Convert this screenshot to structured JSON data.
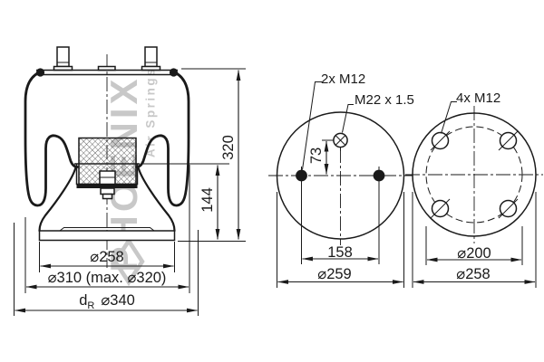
{
  "document": {
    "type": "technical-drawing",
    "subject": "air spring bellows with piston"
  },
  "watermark": {
    "brand": "PHOENIX",
    "tagline": "Air Springs"
  },
  "side_view": {
    "height_total": "320",
    "height_piston": "144",
    "dia_piston_base": "⌀258",
    "dia_rolling_lobe": "⌀310 (max. ⌀320)",
    "dia_rim": {
      "prefix": "d",
      "subscript": "R",
      "value": "⌀340"
    }
  },
  "top_view": {
    "bolts_label": "2x M12",
    "air_fitting_label": "M22 x 1.5",
    "fitting_offset": "73",
    "bolt_spacing": "158",
    "outer_dia": "⌀259"
  },
  "bottom_view": {
    "bolts_label": "4x M12",
    "bolt_circle_dia": "⌀200",
    "outer_dia": "⌀258"
  },
  "colors": {
    "line": "#1a1a1a",
    "watermark": "#c8c8c8",
    "background": "#ffffff"
  }
}
